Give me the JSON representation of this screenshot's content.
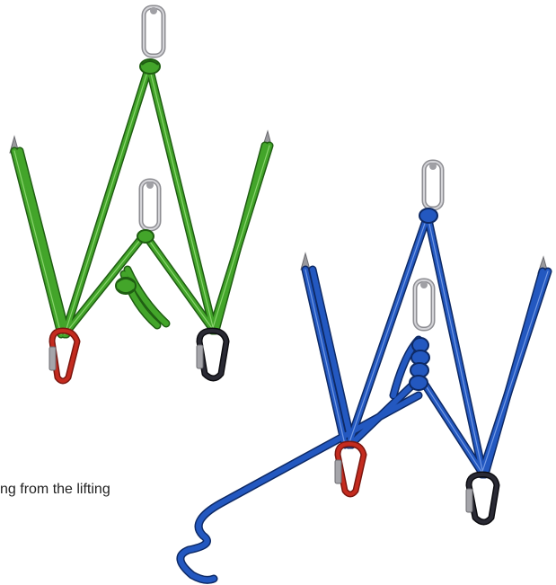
{
  "caption": "ng from the lifting",
  "colors": {
    "green_rope": "#3a9a24",
    "green_rope_dark": "#1f5e12",
    "blue_rope": "#1d4aa8",
    "blue_rope_dark": "#0e2a66",
    "red_carabiner": "#b3271c",
    "black_carabiner": "#1e1e24",
    "steel": "#b8b8bc"
  },
  "rigs": [
    {
      "name": "green-rigging",
      "rope": "green"
    },
    {
      "name": "blue-rigging",
      "rope": "blue"
    }
  ]
}
